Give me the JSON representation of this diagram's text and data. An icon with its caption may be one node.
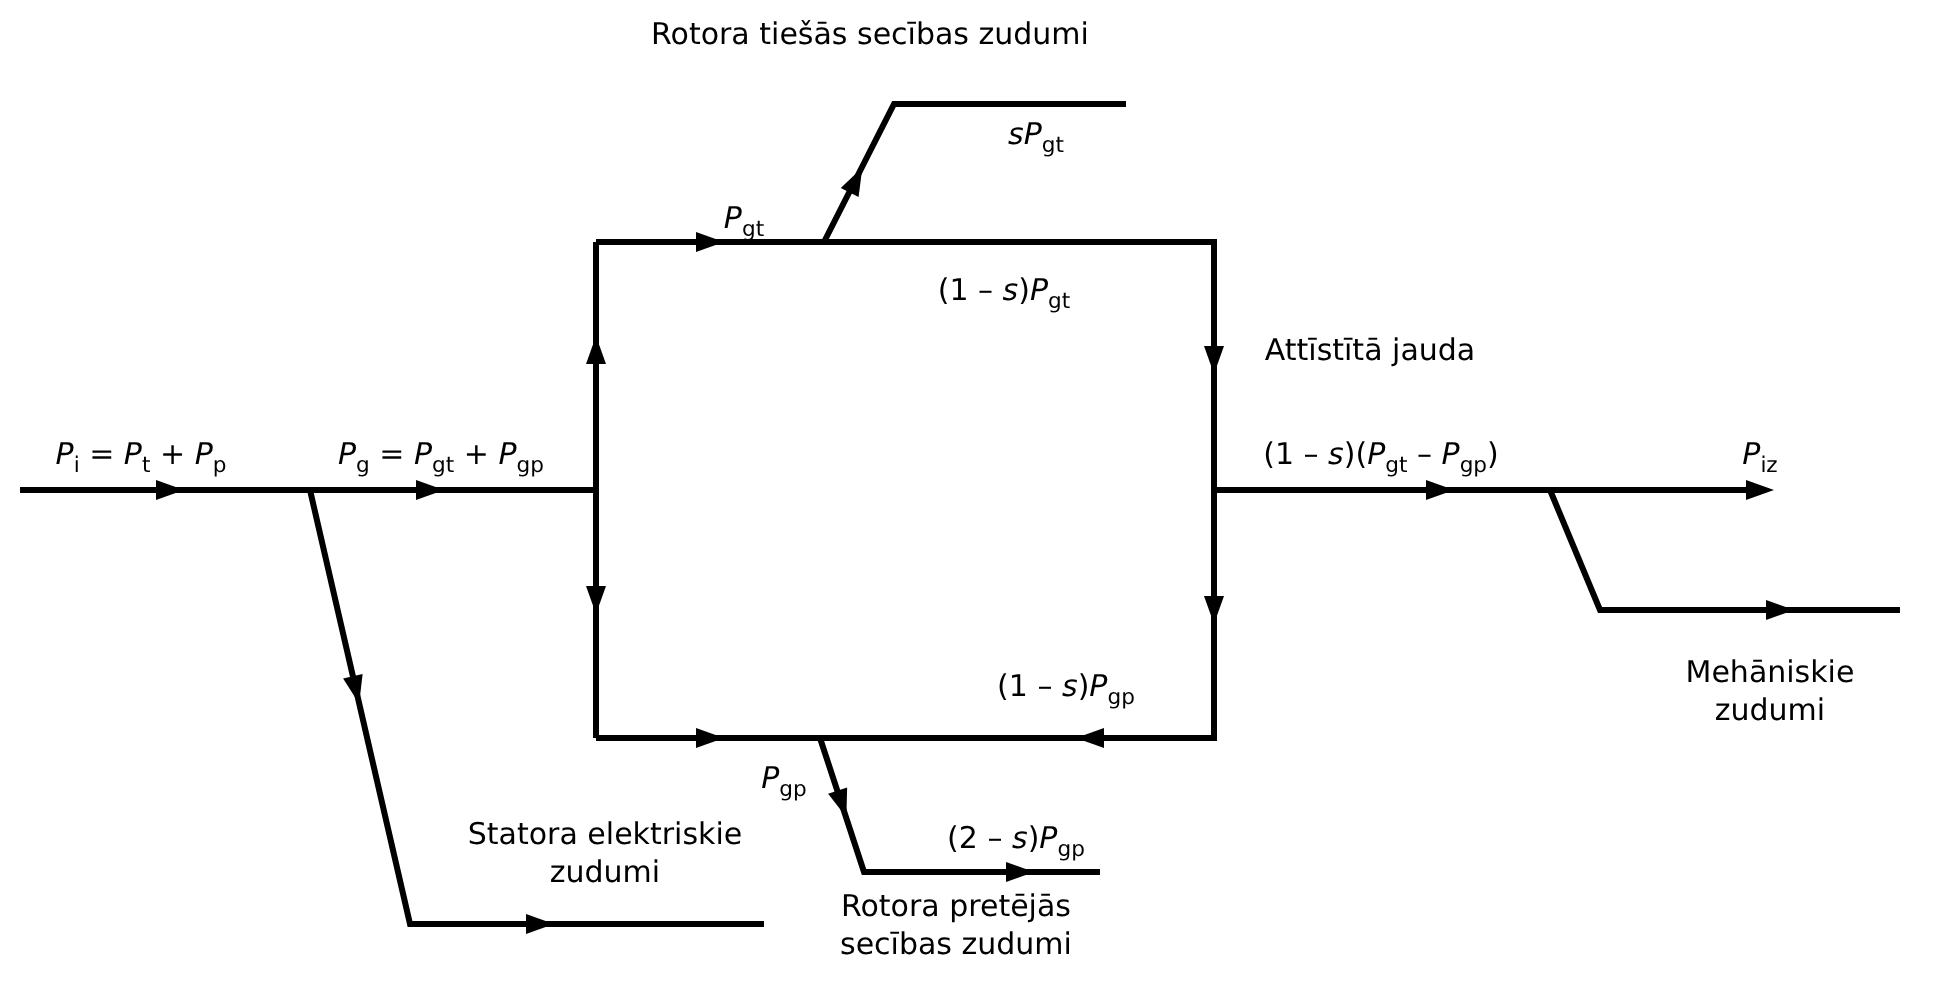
{
  "diagram": {
    "labels": [
      "Rotora tiešās secības zudumi",
      "*P*$_{gt}$",
      "*sP*$_{gt}$",
      "(1 – *s*)*P*$_{gt}$",
      "Attīstītā jauda",
      "*P*$_{i}$ = *P*$_{t}$ + *P*$_{p}$",
      "*P*$_{g}$ = *P*$_{gt}$ + *P*$_{gp}$",
      "(1 – *s*)(*P*$_{gt}$ – *P*$_{gp}$)",
      "*P*$_{iz}$",
      "Mehāniskie zudumi",
      "(1 – *s*)*P*$_{gp}$",
      "*P*$_{gp}$",
      "(2 – *s*)*P*$_{gp}$",
      "Statora elektriskie zudumi",
      "Rotora pretējās secības zudumi"
    ]
  }
}
